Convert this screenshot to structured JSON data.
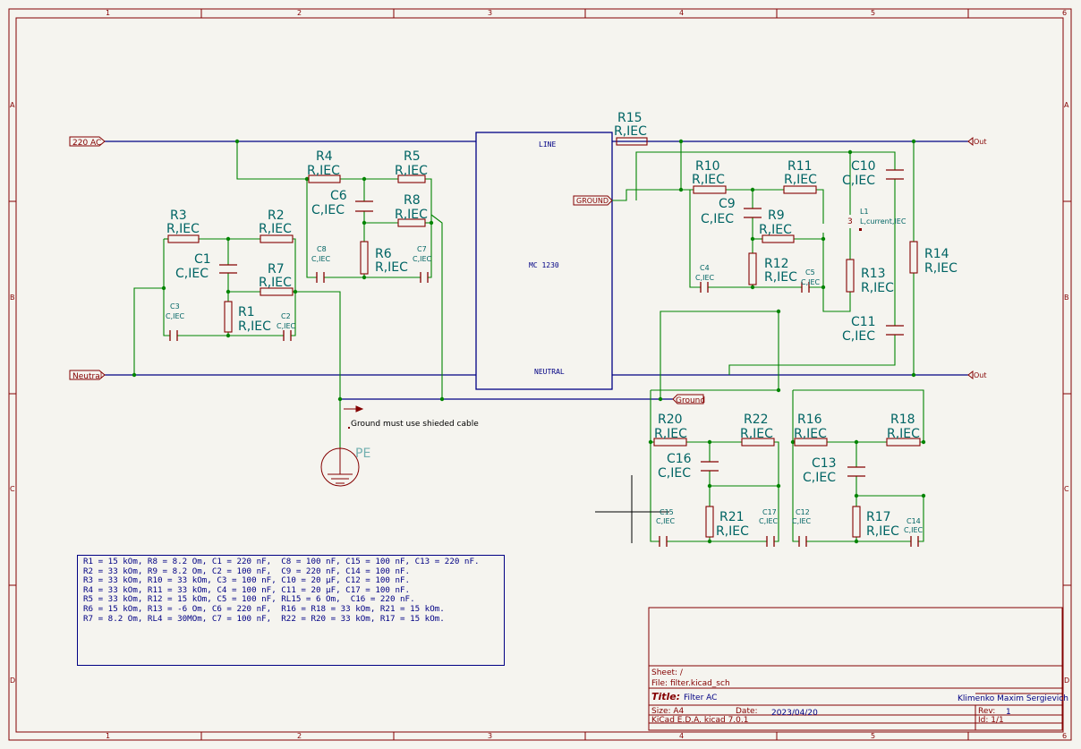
{
  "border": {
    "columns": [
      "1",
      "2",
      "3",
      "4",
      "5",
      "6"
    ],
    "rows": [
      "A",
      "B",
      "C",
      "D"
    ]
  },
  "labels": {
    "input_220": "220 AC",
    "neutral": "Neutral",
    "ground_block": "GROUND",
    "ground": "Ground",
    "out_top": "Out",
    "out_bottom": "Out"
  },
  "ic": {
    "pin_line": "LINE",
    "name": "MC 1230",
    "pin_neutral": "NEUTRAL"
  },
  "ground_note": "Ground must use shieded cable",
  "pe_label": "PE",
  "components": {
    "R1": {
      "ref": "R1",
      "val": "R,IEC"
    },
    "R2": {
      "ref": "R2",
      "val": "R,IEC"
    },
    "R3": {
      "ref": "R3",
      "val": "R,IEC"
    },
    "R4": {
      "ref": "R4",
      "val": "R,IEC"
    },
    "R5": {
      "ref": "R5",
      "val": "R,IEC"
    },
    "R6": {
      "ref": "R6",
      "val": "R,IEC"
    },
    "R7": {
      "ref": "R7",
      "val": "R,IEC"
    },
    "R8": {
      "ref": "R8",
      "val": "R,IEC"
    },
    "R9": {
      "ref": "R9",
      "val": "R,IEC"
    },
    "R10": {
      "ref": "R10",
      "val": "R,IEC"
    },
    "R11": {
      "ref": "R11",
      "val": "R,IEC"
    },
    "R12": {
      "ref": "R12",
      "val": "R,IEC"
    },
    "R13": {
      "ref": "R13",
      "val": "R,IEC"
    },
    "R14": {
      "ref": "R14",
      "val": "R,IEC"
    },
    "R15": {
      "ref": "R15",
      "val": "R,IEC"
    },
    "R16": {
      "ref": "R16",
      "val": "R,IEC"
    },
    "R17": {
      "ref": "R17",
      "val": "R,IEC"
    },
    "R18": {
      "ref": "R18",
      "val": "R,IEC"
    },
    "R20": {
      "ref": "R20",
      "val": "R,IEC"
    },
    "R21": {
      "ref": "R21",
      "val": "R,IEC"
    },
    "R22": {
      "ref": "R22",
      "val": "R,IEC"
    },
    "C1": {
      "ref": "C1",
      "val": "C,IEC"
    },
    "C2": {
      "ref": "C2",
      "val": "C,IEC"
    },
    "C3": {
      "ref": "C3",
      "val": "C,IEC"
    },
    "C4": {
      "ref": "C4",
      "val": "C,IEC"
    },
    "C5": {
      "ref": "C5",
      "val": "C,IEC"
    },
    "C6": {
      "ref": "C6",
      "val": "C,IEC"
    },
    "C7": {
      "ref": "C7",
      "val": "C,IEC"
    },
    "C8": {
      "ref": "C8",
      "val": "C,IEC"
    },
    "C9": {
      "ref": "C9",
      "val": "C,IEC"
    },
    "C10": {
      "ref": "C10",
      "val": "C,IEC"
    },
    "C11": {
      "ref": "C11",
      "val": "C,IEC"
    },
    "C12": {
      "ref": "C12",
      "val": "C,IEC"
    },
    "C13": {
      "ref": "C13",
      "val": "C,IEC"
    },
    "C14": {
      "ref": "C14",
      "val": "C,IEC"
    },
    "C15": {
      "ref": "C15",
      "val": "C,IEC"
    },
    "C16": {
      "ref": "C16",
      "val": "C,IEC"
    },
    "C17": {
      "ref": "C17",
      "val": "C,IEC"
    },
    "L1": {
      "ref": "L1",
      "val": "L,current,IEC"
    }
  },
  "notes": [
    "R1 = 15 kOm, R8 = 8.2 Om, C1 = 220 nF,  C8 = 100 nF, C15 = 100 nF, C13 = 220 nF.",
    "R2 = 33 kOm, R9 = 8.2 Om, C2 = 100 nF,  C9 = 220 nF, C14 = 100 nF.",
    "R3 = 33 kOm, R10 = 33 kOm, C3 = 100 nF, C10 = 20 µF, C12 = 100 nF.",
    "R4 = 33 kOm, R11 = 33 kOm, C4 = 100 nF, C11 = 20 µF, C17 = 100 nF.",
    "R5 = 33 kOm, R12 = 15 kOm, C5 = 100 nF, RL15 = 6 Om,  C16 = 220 nF.",
    "R6 = 15 kOm, R13 = -6 Om, C6 = 220 nF,  R16 = R18 = 33 kOm, R21 = 15 kOm.",
    "R7 = 8.2 Om, RL4 = 30MOm, C7 = 100 nF,  R22 = R20 = 33 kOm, R17 = 15 kOm."
  ],
  "title_block": {
    "sheet_label": "Sheet: /",
    "file_label": "File: filter.kicad_sch",
    "title_key": "Title:",
    "title": "Filter AC",
    "author": "Klimenko Maxim Sergievich",
    "size_label": "Size: A4",
    "date_label": "Date:",
    "date": "2023/04/20",
    "rev_label": "Rev:",
    "rev": "1",
    "tool": "KiCad E.D.A.  kicad 7.0.1",
    "id": "Id: 1/1"
  }
}
